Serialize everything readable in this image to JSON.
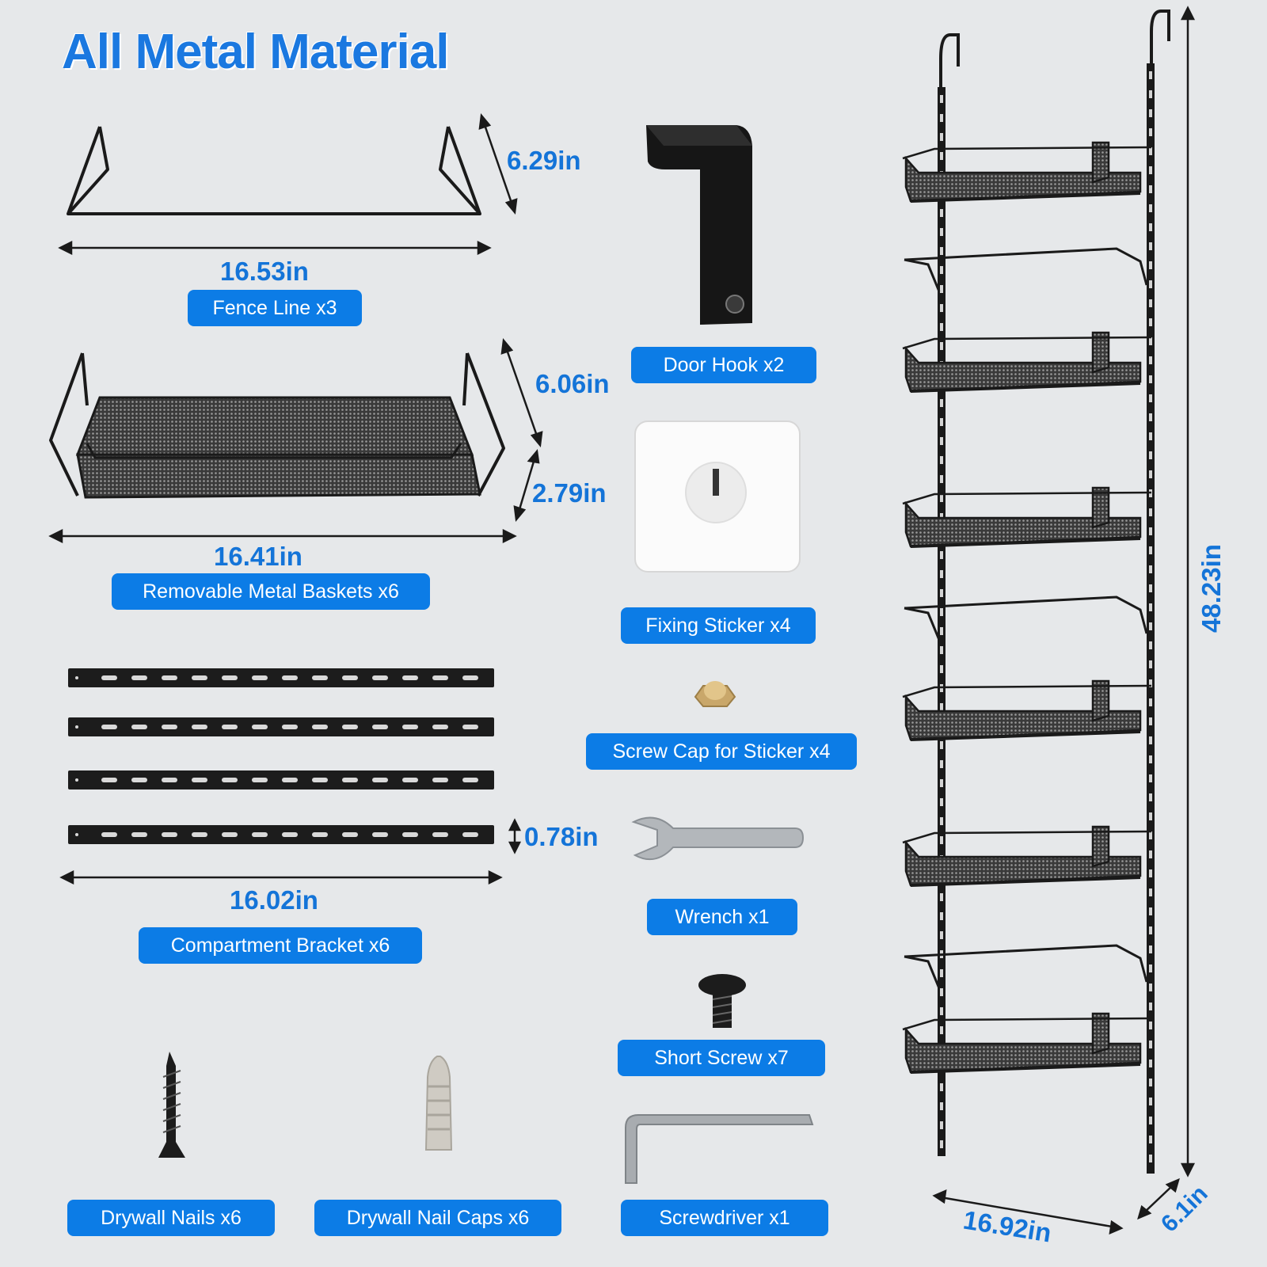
{
  "title": "All Metal Material",
  "dimensions": {
    "fence_height": "6.29in",
    "fence_width": "16.53in",
    "basket_depth": "6.06in",
    "basket_height": "2.79in",
    "basket_width": "16.41in",
    "bracket_height": "0.78in",
    "bracket_width": "16.02in",
    "rack_height": "48.23in",
    "rack_width": "16.92in",
    "rack_depth": "6.1in"
  },
  "labels": {
    "fence_line": "Fence Line x3",
    "door_hook": "Door Hook x2",
    "baskets": "Removable Metal Baskets x6",
    "fixing_sticker": "Fixing Sticker x4",
    "screw_cap": "Screw Cap for Sticker x4",
    "bracket": "Compartment Bracket x6",
    "wrench": "Wrench x1",
    "short_screw": "Short Screw x7",
    "drywall_nails": "Drywall Nails x6",
    "nail_caps": "Drywall Nail Caps x6",
    "screwdriver": "Screwdriver x1"
  },
  "colors": {
    "accent": "#0c7ce6",
    "title": "#1a78e0",
    "dimension_text": "#1474d8",
    "background": "#e6e8ea",
    "metal": "#1a1a1a"
  },
  "icons": [
    "fence-line-icon",
    "door-hook-icon",
    "basket-icon",
    "fixing-sticker-icon",
    "screw-cap-icon",
    "bracket-icon",
    "wrench-icon",
    "short-screw-icon",
    "drywall-nail-icon",
    "nail-cap-icon",
    "screwdriver-icon",
    "rack-icon"
  ]
}
